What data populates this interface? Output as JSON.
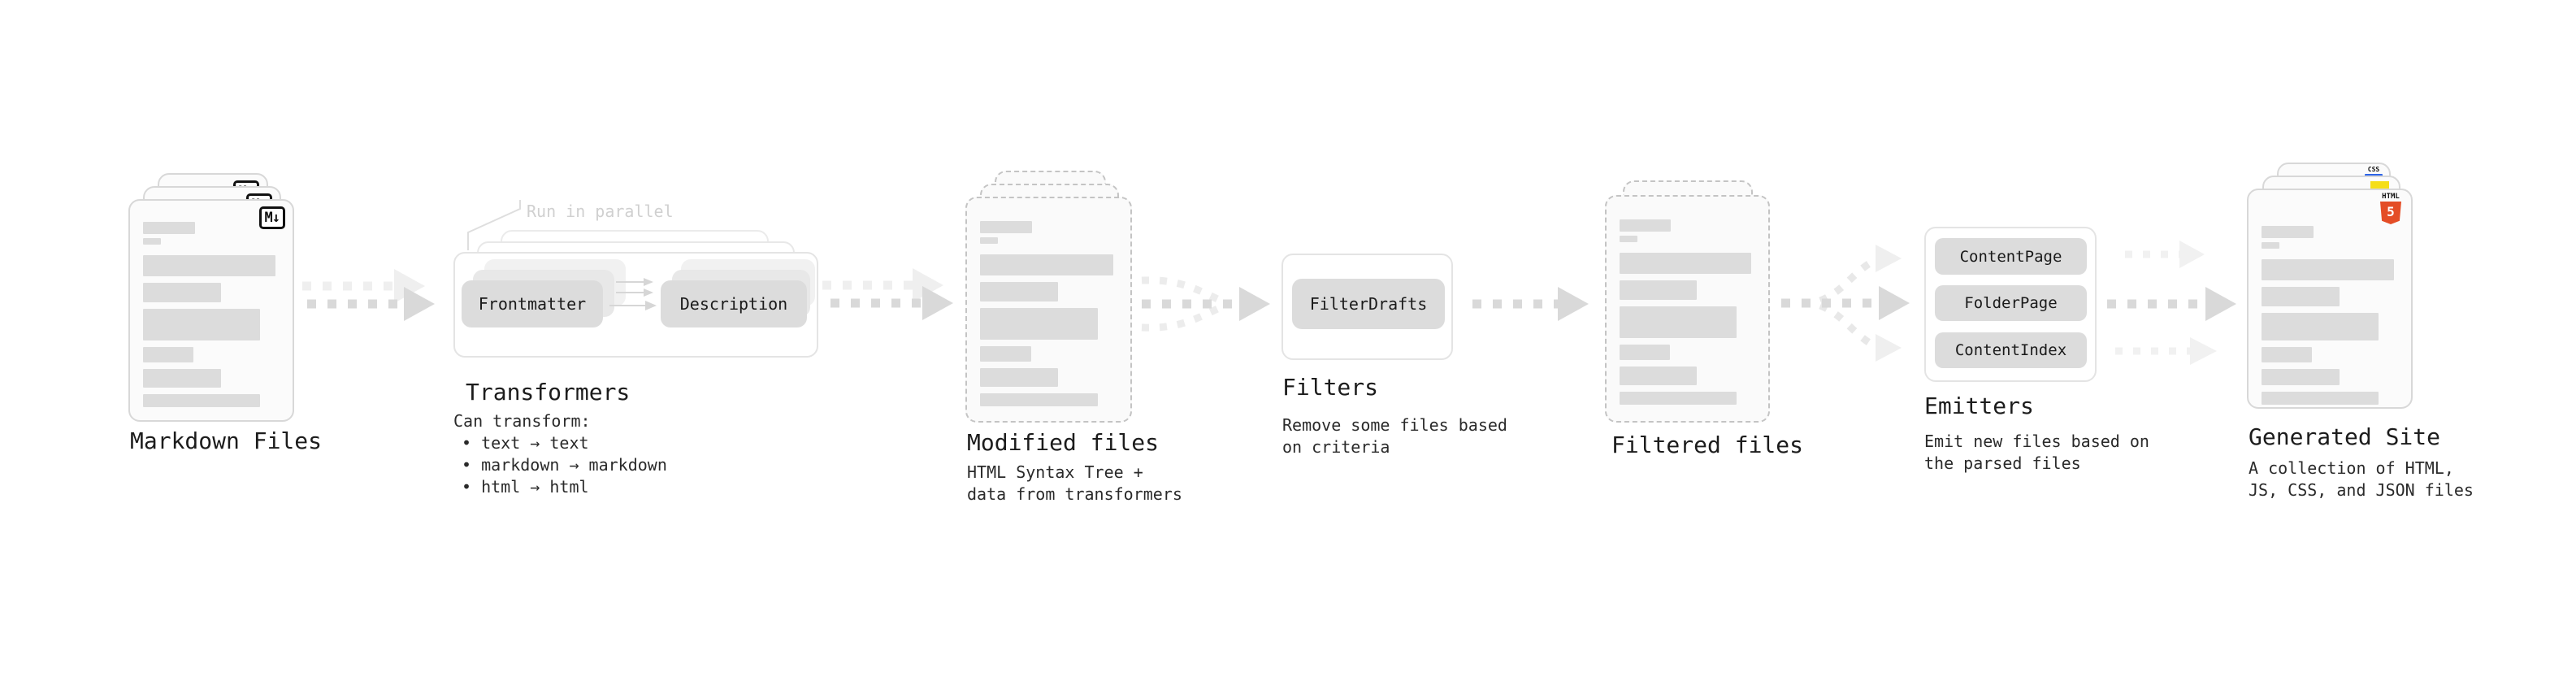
{
  "diagram": {
    "markdown_files": {
      "label": "Markdown Files",
      "icon_glyph": "M↓"
    },
    "transformers": {
      "annotation": "Run in parallel",
      "node_left": "Frontmatter",
      "node_right": "Description",
      "title": "Transformers",
      "body": [
        "Can transform:",
        "• text → text",
        "• markdown → markdown",
        "• html → html"
      ]
    },
    "modified_files": {
      "title": "Modified files",
      "body": [
        "HTML Syntax Tree +",
        "data from transformers"
      ]
    },
    "filters": {
      "node": "FilterDrafts",
      "title": "Filters",
      "body": [
        "Remove some files based",
        "on criteria"
      ]
    },
    "filtered_files": {
      "title": "Filtered files"
    },
    "emitters": {
      "nodes": [
        "ContentPage",
        "FolderPage",
        "ContentIndex"
      ],
      "title": "Emitters",
      "body": [
        "Emit new files based on",
        "the parsed files"
      ]
    },
    "generated_site": {
      "title": "Generated Site",
      "body": [
        "A collection of HTML,",
        "JS, CSS, and JSON files"
      ],
      "html5_icon_word": "HTML",
      "html5_icon_numeral": "5",
      "css_icon_word": "CSS"
    },
    "colors": {
      "arrow_main": "#d9d9d9",
      "arrow_ghost": "#efefef",
      "chip_fill": "#dcdcdc",
      "html5_orange": "#e44d26",
      "js_yellow": "#f5de19",
      "css_blue": "#2b63e8"
    }
  }
}
